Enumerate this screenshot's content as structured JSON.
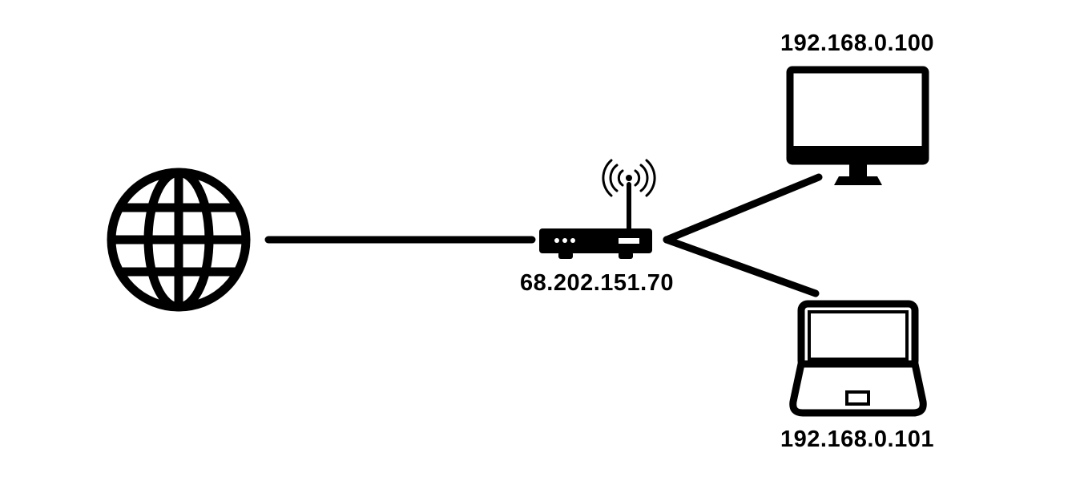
{
  "diagram": {
    "router_ip": "68.202.151.70",
    "desktop_ip": "192.168.0.100",
    "laptop_ip": "192.168.0.101"
  },
  "colors": {
    "stroke": "#000000",
    "background": "#ffffff"
  },
  "icons": {
    "internet": "globe-icon",
    "router": "wireless-router-icon",
    "desktop": "desktop-monitor-icon",
    "laptop": "laptop-icon"
  }
}
